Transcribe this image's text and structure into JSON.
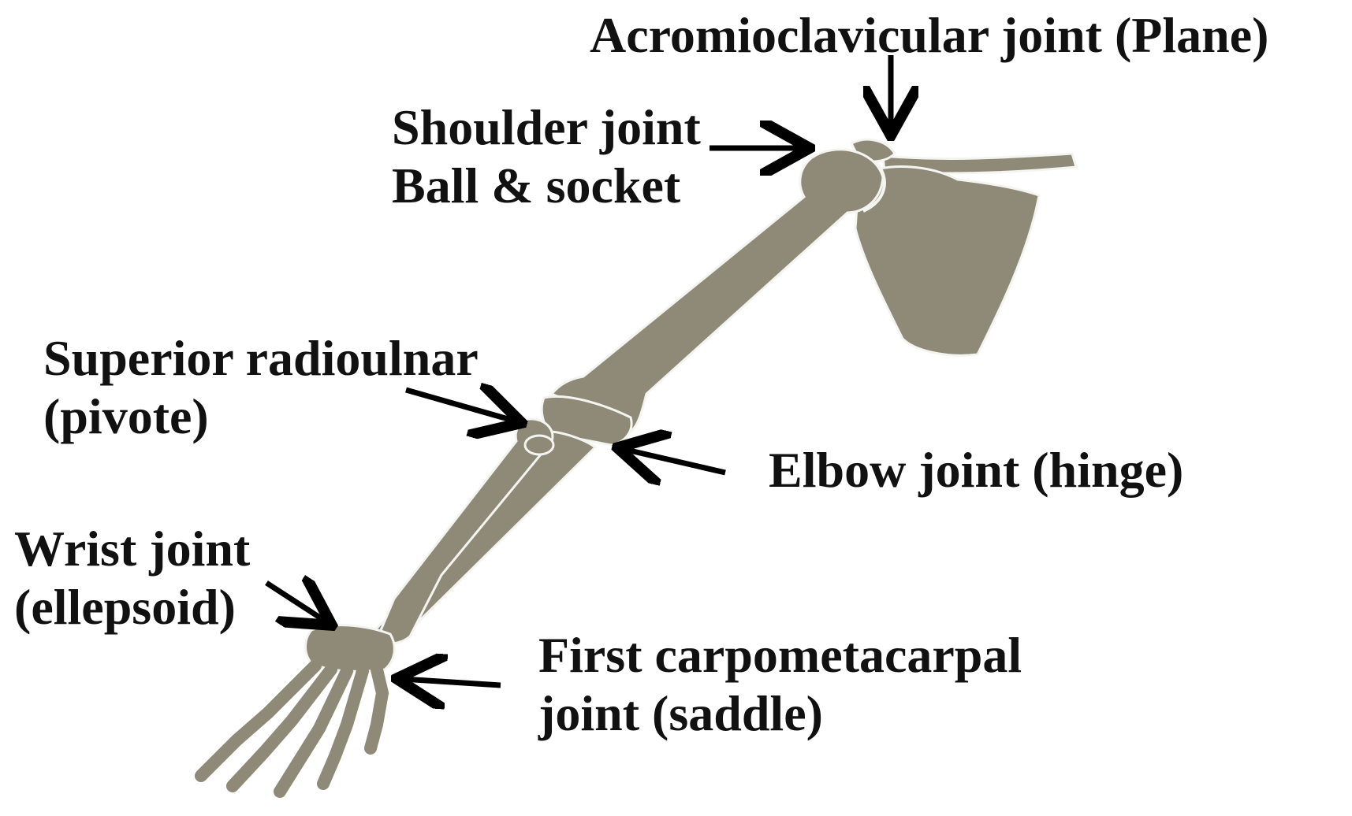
{
  "diagram": {
    "colors": {
      "bone": "#8f8a78",
      "bone_light": "#b6b2a2",
      "outline": "#f4f4f0",
      "arrow": "#000000",
      "text": "#111111"
    },
    "labels": {
      "acromioclavicular": {
        "line1": "Acromioclavicular joint (Plane)"
      },
      "shoulder": {
        "line1": "Shoulder joint",
        "line2": "Ball & socket"
      },
      "radioulnar": {
        "line1": "Superior radioulnar",
        "line2": "(pivote)"
      },
      "elbow": {
        "line1": "Elbow joint (hinge)"
      },
      "wrist": {
        "line1": "Wrist joint",
        "line2": "(ellepsoid)"
      },
      "carpometacarpal": {
        "line1": "First carpometacarpal",
        "line2": "joint (saddle)"
      }
    }
  }
}
